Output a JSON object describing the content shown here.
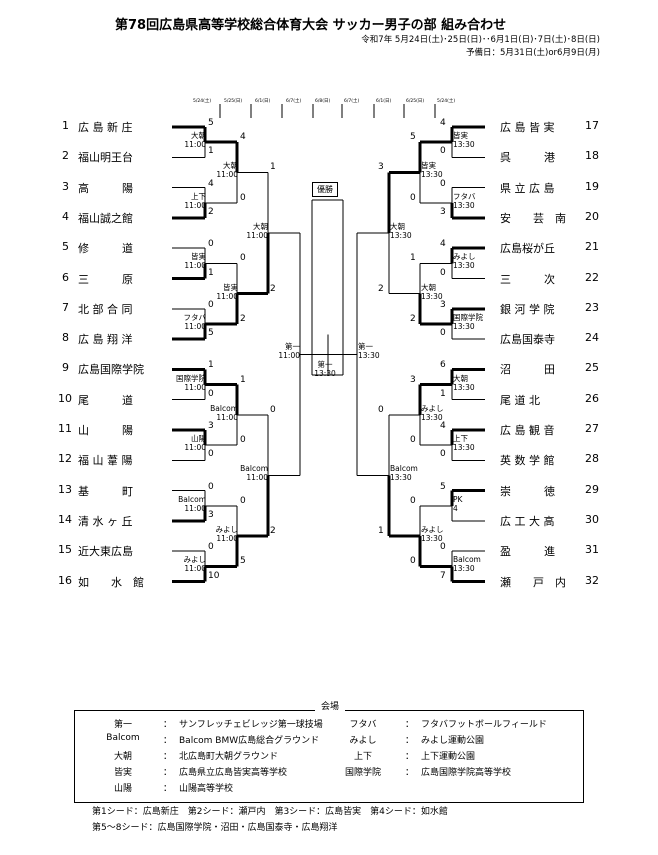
{
  "title": "第78回広島県高等学校総合体育大会 サッカー男子の部 組み合わせ",
  "dates": "令和7年 5月24日(土)･25日(日)･･6月1日(日)･7日(土)･8日(日)",
  "reserve": "予備日：5月31日(土)or6月9日(月)",
  "round_dates": [
    "5/24(土)",
    "5/25(日)",
    "6/1(日)",
    "6/7(土)",
    "6/8(日)",
    "6/7(土)",
    "6/1(日)",
    "6/25(日)",
    "5/24(土)"
  ],
  "final_label": "優勝",
  "teams_left": [
    {
      "no": "1",
      "name": "広 島 新 庄"
    },
    {
      "no": "2",
      "name": "福山明王台"
    },
    {
      "no": "3",
      "name": "高　　　陽"
    },
    {
      "no": "4",
      "name": "福山誠之館"
    },
    {
      "no": "5",
      "name": "修　　　道"
    },
    {
      "no": "6",
      "name": "三　　　原"
    },
    {
      "no": "7",
      "name": "北 部 合 同"
    },
    {
      "no": "8",
      "name": "広 島 翔 洋"
    },
    {
      "no": "9",
      "name": "広島国際学院"
    },
    {
      "no": "10",
      "name": "尾　　　道"
    },
    {
      "no": "11",
      "name": "山　　　陽"
    },
    {
      "no": "12",
      "name": "福 山 葦 陽"
    },
    {
      "no": "13",
      "name": "基　　　町"
    },
    {
      "no": "14",
      "name": "清 水 ヶ 丘"
    },
    {
      "no": "15",
      "name": "近大東広島"
    },
    {
      "no": "16",
      "name": "如　　水　館"
    }
  ],
  "teams_right": [
    {
      "no": "17",
      "name": "広 島 皆 実"
    },
    {
      "no": "18",
      "name": "呉　　　港"
    },
    {
      "no": "19",
      "name": "県 立 広 島"
    },
    {
      "no": "20",
      "name": "安　　芸　南"
    },
    {
      "no": "21",
      "name": "広島桜が丘"
    },
    {
      "no": "22",
      "name": "三　　　次"
    },
    {
      "no": "23",
      "name": "銀 河 学 院"
    },
    {
      "no": "24",
      "name": "広島国泰寺"
    },
    {
      "no": "25",
      "name": "沼　　　田"
    },
    {
      "no": "26",
      "name": "尾 道 北"
    },
    {
      "no": "27",
      "name": "広 島 観 音"
    },
    {
      "no": "28",
      "name": "英 数 学 館"
    },
    {
      "no": "29",
      "name": "崇　　　徳"
    },
    {
      "no": "30",
      "name": "広 工 大 高"
    },
    {
      "no": "31",
      "name": "盈　　　進"
    },
    {
      "no": "32",
      "name": "瀬　　戸　内"
    }
  ],
  "venue_box": {
    "title": "会場",
    "rows": [
      {
        "k1": "第一",
        "v1": "サンフレッチェビレッジ第一球技場",
        "k2": "フタバ",
        "v2": "フタバフットボールフィールド"
      },
      {
        "k1": "Balcom",
        "v1": "Balcom BMW広島総合グラウンド",
        "k2": "みよし",
        "v2": "みよし運動公園"
      },
      {
        "k1": "大朝",
        "v1": "北広島町大朝グラウンド",
        "k2": "上下",
        "v2": "上下運動公園"
      },
      {
        "k1": "皆実",
        "v1": "広島県立広島皆実高等学校",
        "k2": "国際学院",
        "v2": "広島国際学院高等学校"
      },
      {
        "k1": "山陽",
        "v1": "山陽高等学校",
        "k2": "",
        "v2": ""
      }
    ]
  },
  "seeds_line1": "第1シード：広島新庄　第2シード：瀬戸内　第3シード：広島皆実　第4シード：如水館",
  "seeds_line2": "第5～8シード：広島国際学院・沼田・広島国泰寺・広島翔洋",
  "left_r1": [
    {
      "venue": "大朝",
      "time": "11:00",
      "s_top": "5",
      "s_bot": "1"
    },
    {
      "venue": "上下",
      "time": "11:00",
      "s_top": "4",
      "s_bot": "2"
    },
    {
      "venue": "皆実",
      "time": "11:00",
      "s_top": "0",
      "s_bot": "1"
    },
    {
      "venue": "フタバ",
      "time": "11:00",
      "s_top": "0",
      "s_bot": "5"
    },
    {
      "venue": "国際学院",
      "time": "11:00",
      "s_top": "1",
      "s_bot": "0"
    },
    {
      "venue": "山陽",
      "time": "11:00",
      "s_top": "3",
      "s_bot": "0"
    },
    {
      "venue": "Balcom",
      "time": "11:00",
      "s_top": "0",
      "s_bot": "3"
    },
    {
      "venue": "みよし",
      "time": "11:00",
      "s_top": "0",
      "s_bot": "10"
    }
  ],
  "left_r2": [
    {
      "venue": "大朝",
      "time": "11:00",
      "s_top": "4",
      "s_bot": "0"
    },
    {
      "venue": "皆実",
      "time": "11:00",
      "s_top": "0",
      "s_bot": "2"
    },
    {
      "venue": "Balcom",
      "time": "11:00",
      "s_top": "1",
      "s_bot": "0"
    },
    {
      "venue": "みよし",
      "time": "11:00",
      "s_top": "0",
      "s_bot": "5"
    }
  ],
  "left_r3": [
    {
      "venue": "大朝",
      "time": "11:00",
      "s_top": "1",
      "s_bot": "2"
    },
    {
      "venue": "Balcom",
      "time": "11:00",
      "s_top": "0",
      "s_bot": "2"
    }
  ],
  "left_sf": {
    "venue": "第一",
    "time": "11:00"
  },
  "center": {
    "venue": "第一",
    "time": "13:30"
  },
  "right_r1": [
    {
      "venue": "皆実",
      "time": "13:30",
      "s_top": "4",
      "s_bot": "0"
    },
    {
      "venue": "フタバ",
      "time": "13:30",
      "s_top": "0",
      "s_bot": "3"
    },
    {
      "venue": "みよし",
      "time": "13:30",
      "s_top": "4",
      "s_bot": "0"
    },
    {
      "venue": "国際学院",
      "time": "13:30",
      "s_top": "3",
      "s_bot": "0"
    },
    {
      "venue": "大朝",
      "time": "13:30",
      "s_top": "6",
      "s_bot": "1"
    },
    {
      "venue": "上下",
      "time": "13:30",
      "s_top": "4",
      "s_bot": "0"
    },
    {
      "venue": "PK",
      "time": "4",
      "s_top": "5",
      "s_bot": ""
    },
    {
      "venue": "Balcom",
      "time": "13:30",
      "s_top": "0",
      "s_bot": "7"
    }
  ],
  "right_r2": [
    {
      "venue": "皆実",
      "time": "13:30",
      "s_top": "5",
      "s_bot": "0"
    },
    {
      "venue": "大朝",
      "time": "13:30",
      "s_top": "1",
      "s_bot": "2"
    },
    {
      "venue": "みよし",
      "time": "13:30",
      "s_top": "3",
      "s_bot": "0"
    },
    {
      "venue": "みよし",
      "time": "13:30",
      "s_top": "0",
      "s_bot": "0"
    }
  ],
  "right_r3": [
    {
      "venue": "大朝",
      "time": "13:30",
      "s_top": "3",
      "s_bot": "2"
    },
    {
      "venue": "Balcom",
      "time": "13:30",
      "s_top": "0",
      "s_bot": "1"
    }
  ],
  "right_sf": {
    "venue": "第一",
    "time": "13:30"
  }
}
